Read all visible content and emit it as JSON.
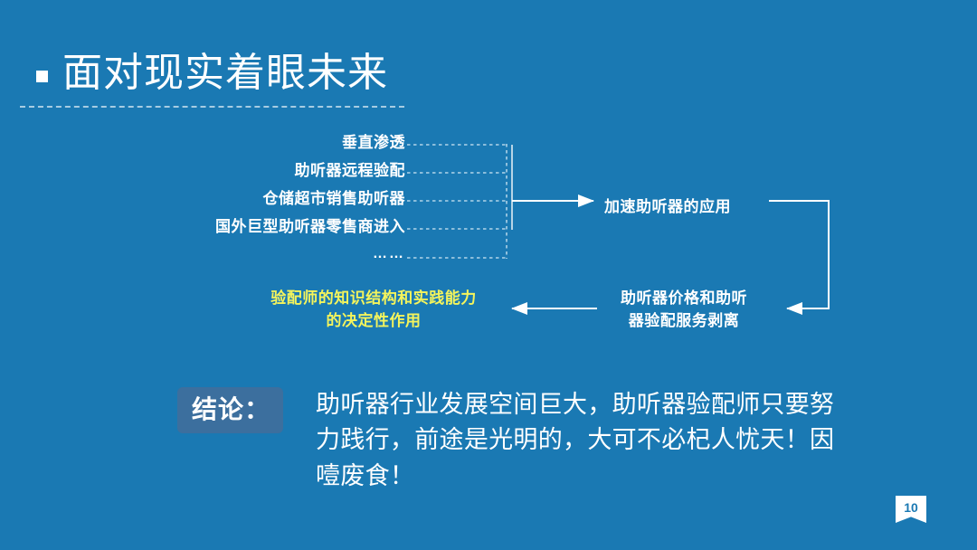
{
  "slide": {
    "background_color": "#1a79b3",
    "title": "面对现实着眼未来",
    "bullet_icon": "square-bullet-icon"
  },
  "diagram": {
    "left_list": [
      "垂直渗透",
      "助听器远程验配",
      "仓储超市销售助听器",
      "国外巨型助听器零售商进入",
      "……"
    ],
    "nodes": {
      "top_right": "加速助听器的应用",
      "bottom_right_line1": "助听器价格和助听",
      "bottom_right_line2": "器验配服务剥离",
      "highlight_line1": "验配师的知识结构和实践能力",
      "highlight_line2": "的决定性作用"
    },
    "highlight_color": "#f4f45c",
    "connector_color": "#ffffff"
  },
  "conclusion": {
    "badge_label": "结论：",
    "badge_color": "#3c6f9e",
    "body": "助听器行业发展空间巨大，助听器验配师只要努力践行，前途是光明的，大可不必杞人忧天！因噎废食！"
  },
  "footer": {
    "page_number": "10"
  }
}
